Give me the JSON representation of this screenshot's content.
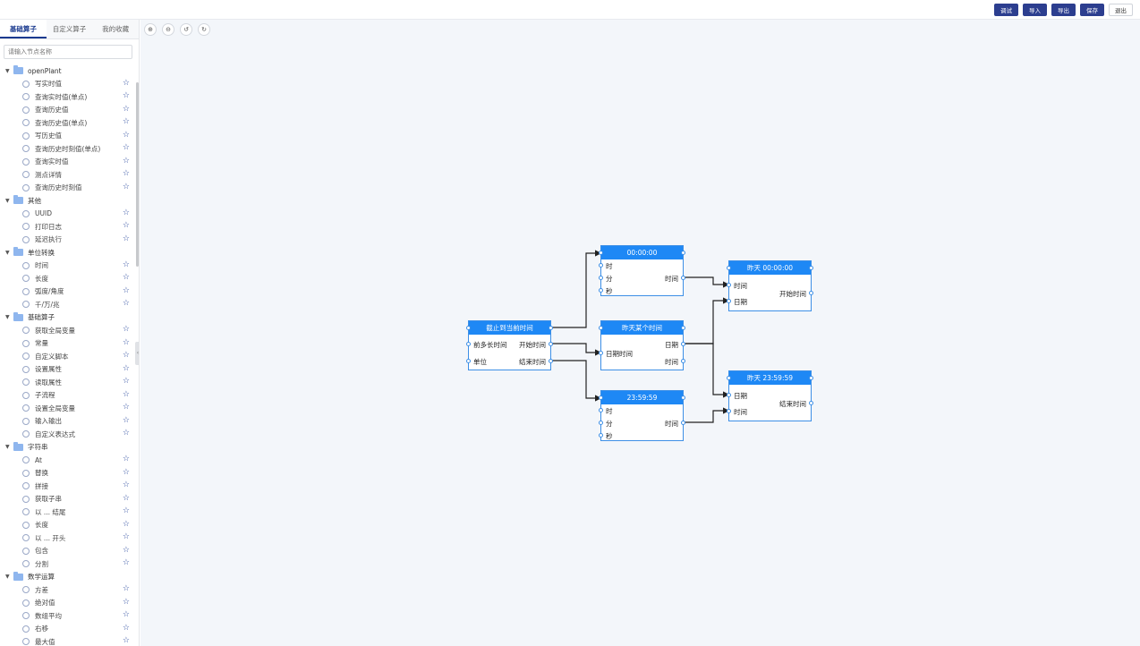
{
  "topbar": {
    "buttons": [
      "调试",
      "导入",
      "导出",
      "保存",
      "退出"
    ]
  },
  "sidebar": {
    "tabs": [
      "基础算子",
      "自定义算子",
      "我的收藏"
    ],
    "search_placeholder": "请输入节点名称",
    "groups": [
      {
        "label": "openPlant",
        "items": [
          "写实时值",
          "查询实时值(单点)",
          "查询历史值",
          "查询历史值(单点)",
          "写历史值",
          "查询历史时刻值(单点)",
          "查询实时值",
          "测点详情",
          "查询历史时刻值"
        ]
      },
      {
        "label": "其他",
        "items": [
          "UUID",
          "打印日志",
          "延迟执行"
        ]
      },
      {
        "label": "单位转换",
        "items": [
          "时间",
          "长度",
          "弧度/角度",
          "千/万/兆"
        ]
      },
      {
        "label": "基础算子",
        "items": [
          "获取全局变量",
          "常量",
          "自定义脚本",
          "设置属性",
          "读取属性",
          "子流程",
          "设置全局变量",
          "输入输出",
          "自定义表达式"
        ]
      },
      {
        "label": "字符串",
        "items": [
          "At",
          "替换",
          "拼接",
          "获取子串",
          "以 ... 结尾",
          "长度",
          "以 ... 开头",
          "包含",
          "分割"
        ]
      },
      {
        "label": "数学运算",
        "items": [
          "方差",
          "绝对值",
          "数组平均",
          "右移",
          "最大值"
        ]
      }
    ]
  },
  "canvas": {
    "toolbar": [
      {
        "name": "zoom-in-icon",
        "glyph": "⊕"
      },
      {
        "name": "zoom-out-icon",
        "glyph": "⊖"
      },
      {
        "name": "undo-icon",
        "glyph": "↺"
      },
      {
        "name": "redo-icon",
        "glyph": "↻"
      }
    ],
    "nodes": {
      "n1": {
        "title": "截止到当前时间",
        "inputs": [
          "前多长时间",
          "单位"
        ],
        "outputs": [
          "开始时间",
          "结束时间"
        ]
      },
      "n2": {
        "title": "00:00:00",
        "inputs": [
          "时",
          "分",
          "秒"
        ],
        "outputs": [
          "时间"
        ]
      },
      "n3": {
        "title": "昨天某个时间",
        "inputs": [
          "日期时间"
        ],
        "outputs": [
          "日期",
          "时间"
        ]
      },
      "n4": {
        "title": "23:59:59",
        "inputs": [
          "时",
          "分",
          "秒"
        ],
        "outputs": [
          "时间"
        ]
      },
      "n5": {
        "title": "昨天 00:00:00",
        "inputs": [
          "时间",
          "日期"
        ],
        "outputs": [
          "开始时间"
        ]
      },
      "n6": {
        "title": "昨天 23:59:59",
        "inputs": [
          "日期",
          "时间"
        ],
        "outputs": [
          "结束时间"
        ]
      }
    }
  },
  "colors": {
    "accent": "#1e88f5",
    "primary_button": "#2c3e8f",
    "canvas_bg": "#f3f6fa",
    "star": "#2c4b9e"
  }
}
